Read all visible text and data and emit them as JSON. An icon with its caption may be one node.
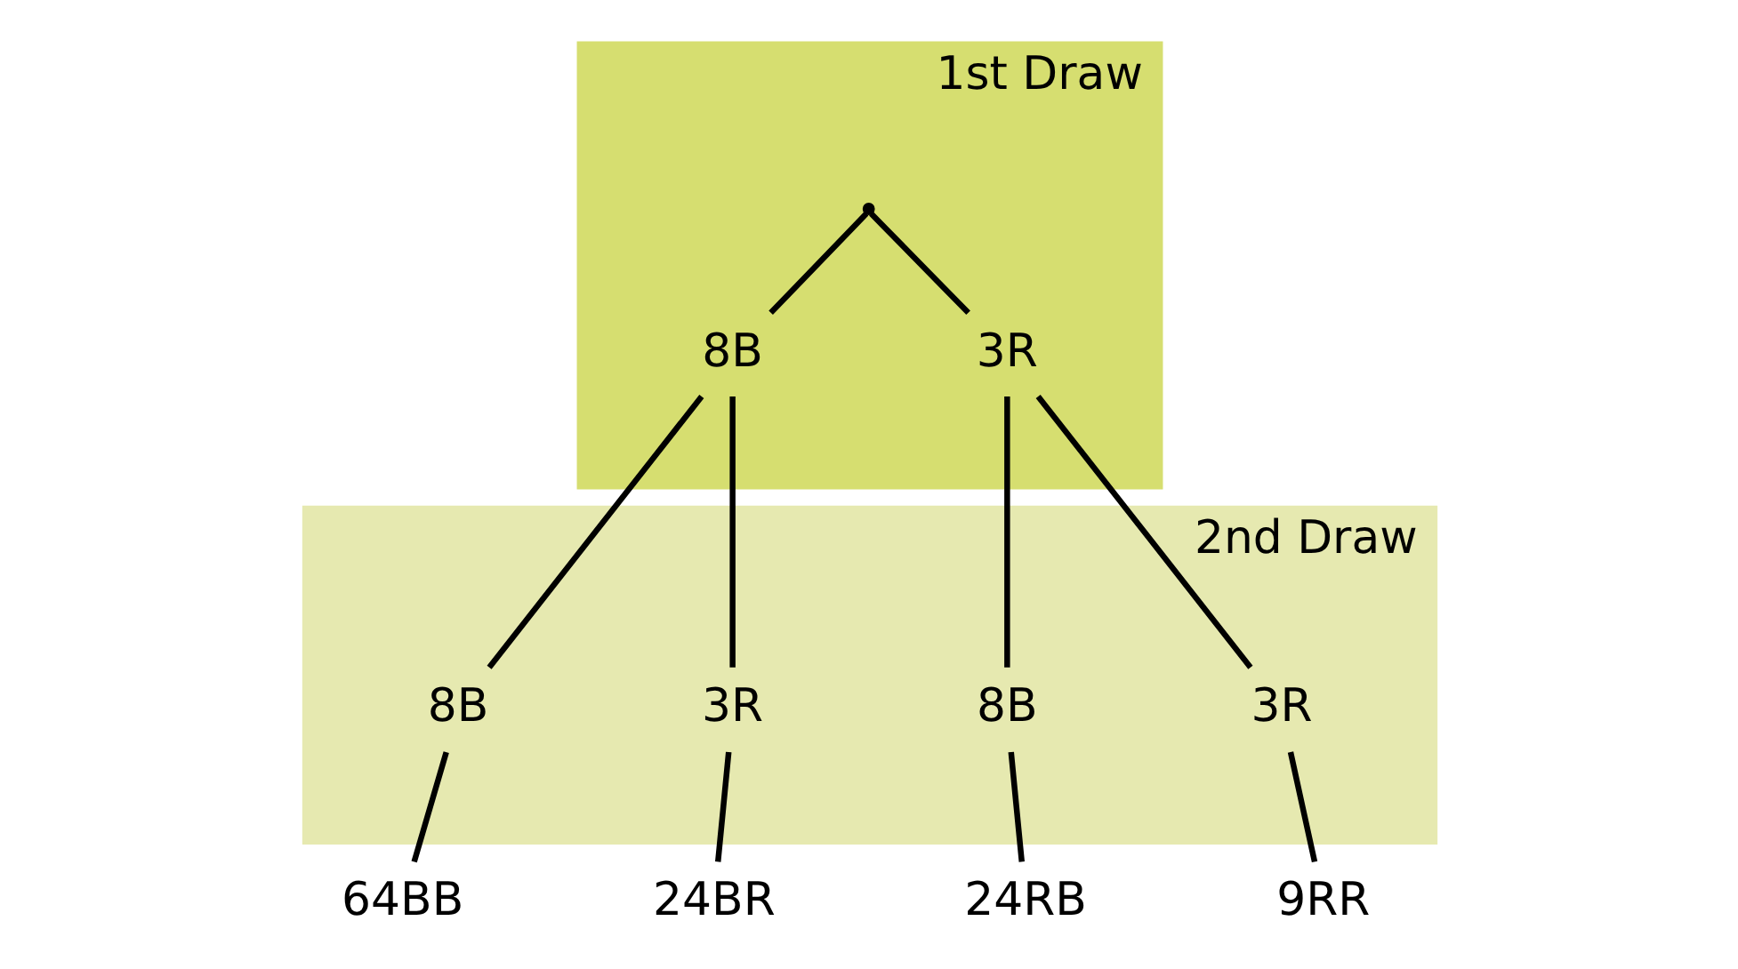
{
  "diagram": {
    "nodes": [
      {
        "text": [
          "1st Draw"
        ]
      },
      {
        "text": [],
        "shape": "point",
        "in": 0
      },
      {
        "text": [
          "8B"
        ],
        "in": 0
      },
      {
        "text": [
          "3R"
        ],
        "in": 0
      },
      {
        "text": [
          "2nd Draw"
        ]
      },
      {
        "text": [
          "8B"
        ],
        "in": 4
      },
      {
        "text": [
          "3R"
        ],
        "in": 4
      },
      {
        "text": [
          "8B"
        ],
        "in": 4
      },
      {
        "text": [
          "3R"
        ],
        "in": 4
      },
      {
        "text": [
          "64BB"
        ]
      },
      {
        "text": [
          "24BR"
        ]
      },
      {
        "text": [
          "24RB"
        ]
      },
      {
        "text": [
          "9RR"
        ]
      }
    ],
    "edges": [
      {
        "from": 1,
        "to": 2,
        "arrow": "none"
      },
      {
        "from": 1,
        "to": 3,
        "arrow": "none"
      },
      {
        "from": 2,
        "to": 5,
        "arrow": "none"
      },
      {
        "from": 2,
        "to": 6,
        "arrow": "none"
      },
      {
        "from": 3,
        "to": 7,
        "arrow": "none"
      },
      {
        "from": 3,
        "to": 8,
        "arrow": "none"
      },
      {
        "from": 5,
        "to": 9,
        "arrow": "none"
      },
      {
        "from": 6,
        "to": 10,
        "arrow": "none"
      },
      {
        "from": 7,
        "to": 11,
        "arrow": "none"
      },
      {
        "from": 8,
        "to": 12,
        "arrow": "none"
      }
    ]
  }
}
